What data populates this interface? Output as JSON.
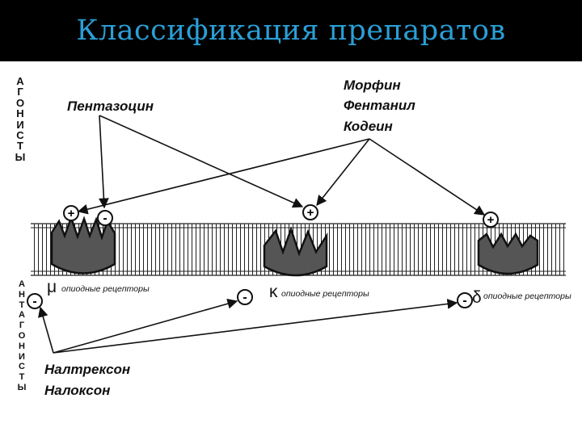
{
  "title": "Классификация препаратов",
  "agonists_label": "АГОНИСТЫ",
  "antagonists_label": "АНТАГОНИСТЫ",
  "agonist_drugs": {
    "pentazocine": "Пентазоцин",
    "list": [
      "Морфин",
      "Фентанил",
      "Кодеин"
    ]
  },
  "antagonist_drugs": [
    "Налтрексон",
    "Налоксон"
  ],
  "receptors": [
    {
      "symbol": "μ",
      "label": "опиодные рецепторы"
    },
    {
      "symbol": "κ",
      "label": "опиодные рецепторы"
    },
    {
      "symbol": "δ",
      "label": "опиодные рецепторы"
    }
  ],
  "signs": {
    "plus": "+",
    "minus": "-"
  },
  "colors": {
    "header_bg": "#000000",
    "title": "#2a9fd6",
    "receptor_fill": "#555555",
    "line": "#111111"
  }
}
